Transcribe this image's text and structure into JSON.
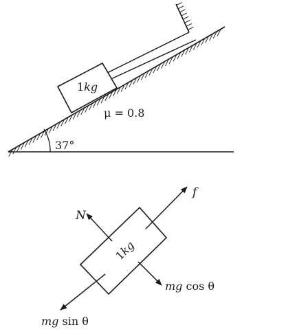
{
  "incline": {
    "block_mass": "1",
    "block_unit": "kg",
    "friction_label": "μ = 0.8",
    "angle_label": "37°"
  },
  "free_body": {
    "block_mass": "1",
    "block_unit": "kg",
    "normal_label": "N",
    "friction_label": "f",
    "perp_label_mg": "mg",
    "perp_label_trig": " cos θ",
    "parallel_label_mg": "mg",
    "parallel_label_trig": " sin θ"
  },
  "colors": {
    "ink": "#1a1a1a",
    "background": "#ffffff"
  }
}
